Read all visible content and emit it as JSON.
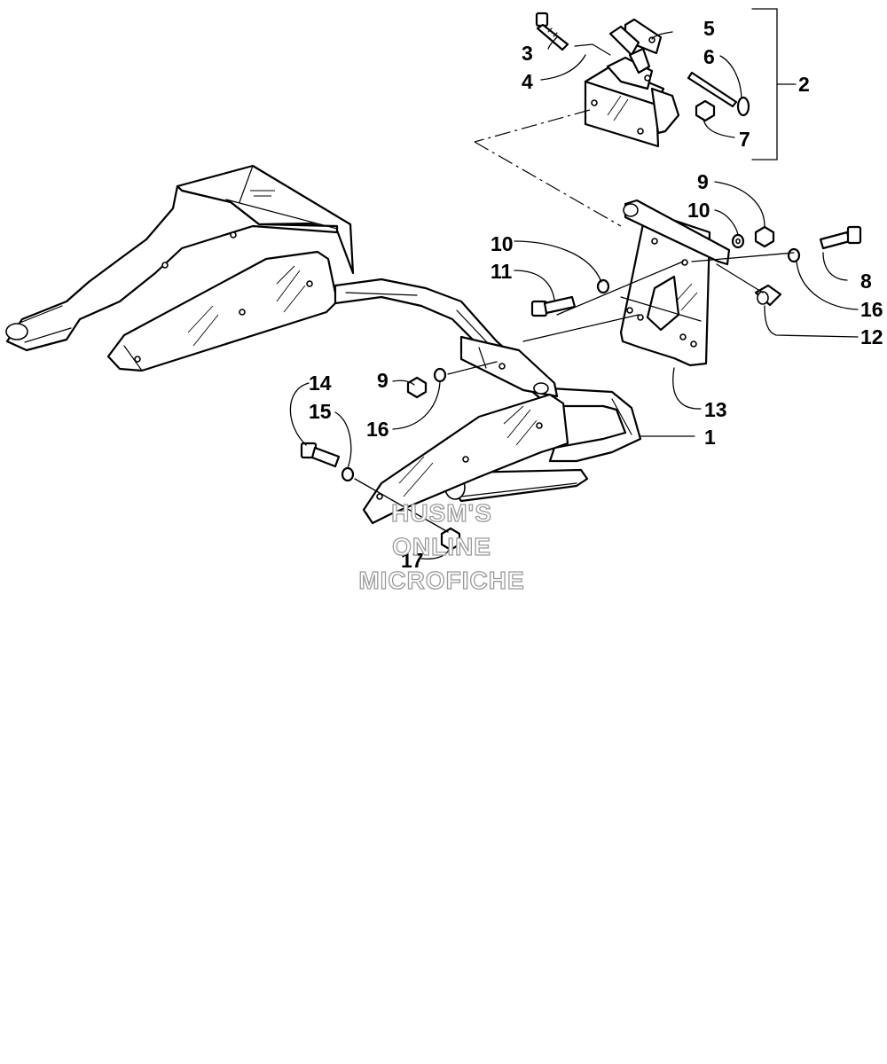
{
  "diagram": {
    "callouts": {
      "c1": "1",
      "c2": "2",
      "c3": "3",
      "c4": "4",
      "c5": "5",
      "c6": "6",
      "c7": "7",
      "c8": "8",
      "c9a": "9",
      "c9b": "9",
      "c10a": "10",
      "c10b": "10",
      "c11": "11",
      "c12": "12",
      "c13": "13",
      "c14": "14",
      "c15": "15",
      "c16a": "16",
      "c16b": "16",
      "c17": "17"
    },
    "watermark": {
      "line1": "HUSM'S",
      "line2": "ONLINE",
      "line3": "MICROFICHE"
    }
  }
}
